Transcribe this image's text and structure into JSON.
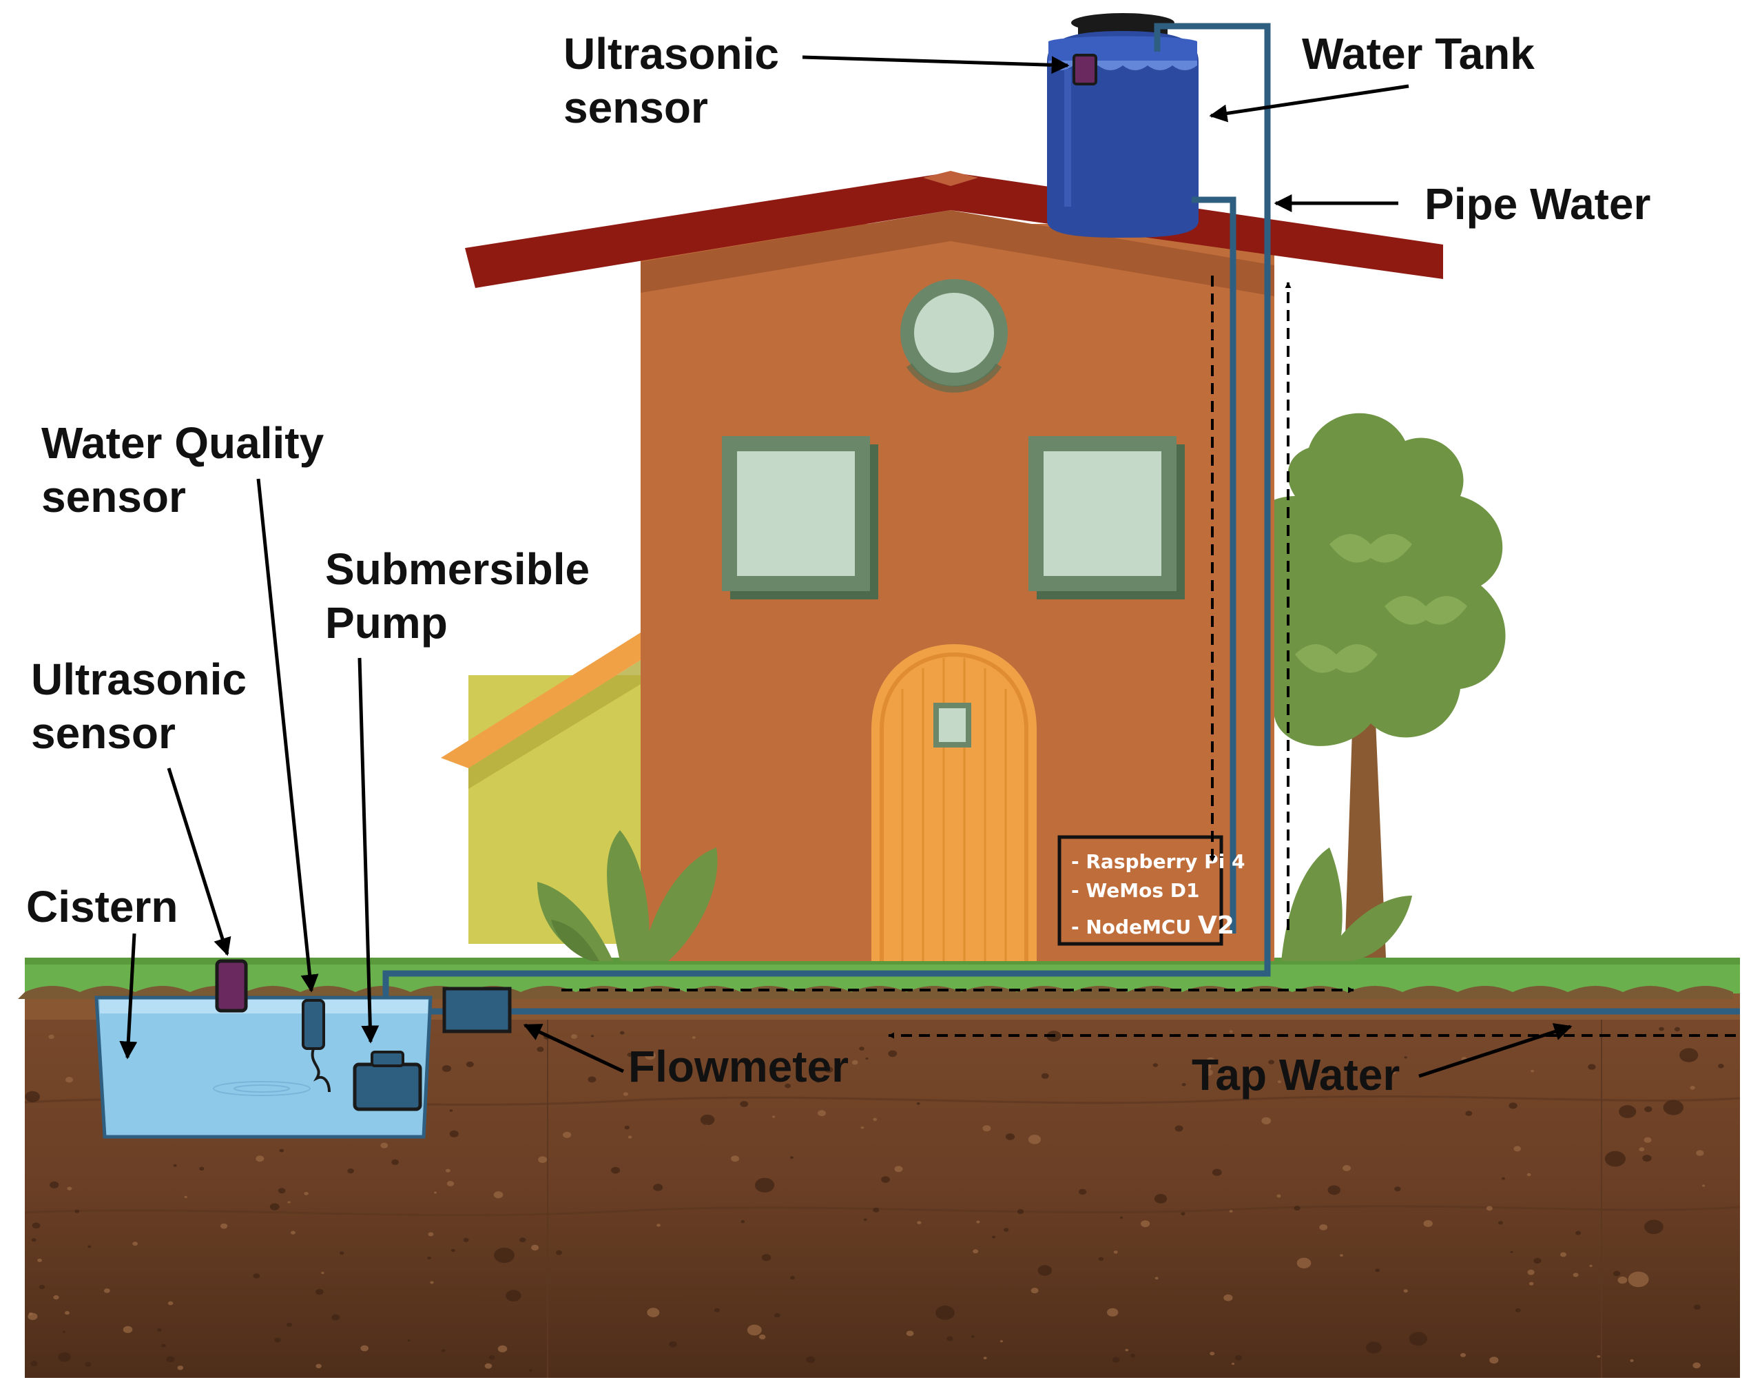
{
  "labels": {
    "ultrasonic_tank_line1": "Ultrasonic",
    "ultrasonic_tank_line2": "sensor",
    "water_tank": "Water Tank",
    "pipe_water": "Pipe Water",
    "water_quality_line1": "Water Quality",
    "water_quality_line2": "sensor",
    "submersible_line1": "Submersible",
    "submersible_line2": "Pump",
    "ultrasonic_cistern_line1": "Ultrasonic",
    "ultrasonic_cistern_line2": "sensor",
    "cistern": "Cistern",
    "flowmeter": "Flowmeter",
    "tap_water": "Tap Water"
  },
  "controller": {
    "line1": "- Raspberry Pi 4",
    "line2": "- WeMos D1",
    "line3_prefix": "- NodeMCU ",
    "line3_suffix": "V2"
  },
  "colors": {
    "wall": "#c06d3c",
    "roof": "#8e1a12",
    "tank": "#2c4aa0",
    "pipe": "#2f5f80",
    "grass": "#6ab04c",
    "soil": "#6e4228",
    "cistern_water": "#8fc9ea",
    "sensor": "#6b2a5f",
    "door": "#f0a146",
    "window": "#c4d9c8",
    "window_frame": "#6b8769",
    "shed": "#d0cb55",
    "tree_leaves": "#6f9444",
    "trunk": "#8a5a32"
  }
}
